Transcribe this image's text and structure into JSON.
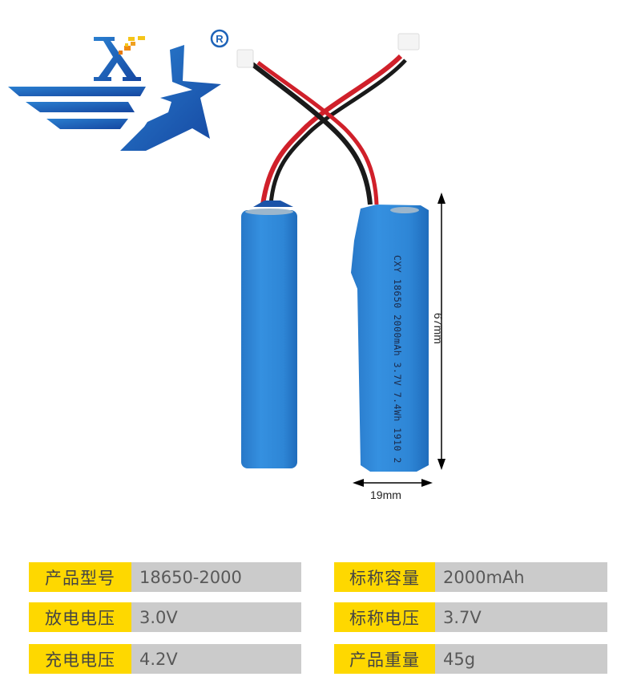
{
  "brand": {
    "logo_letter": "X",
    "registered_mark": "®",
    "colors": {
      "primary_blue": "#1e63b8",
      "dark_blue": "#1649a0",
      "accent_orange": "#f0a020",
      "accent_yellow": "#f5c518"
    }
  },
  "product_image": {
    "battery_label_text": "CXY 18650 2000mAh 3.7V 7.4Wh 1910 2",
    "dimension_length": "67mm",
    "dimension_diameter": "19mm",
    "colors": {
      "cell_blue": "#2f86d6",
      "wire_red": "#d0202a",
      "wire_black": "#1a1a1a",
      "connector": "#f4f4f4"
    }
  },
  "specs": {
    "colors": {
      "key_bg": "#fed800",
      "value_bg": "#cbcbcb"
    },
    "left": [
      {
        "key": "产品型号",
        "value": "18650-2000"
      },
      {
        "key": "放电电压",
        "value": "3.0V"
      },
      {
        "key": "充电电压",
        "value": "4.2V"
      }
    ],
    "right": [
      {
        "key": "标称容量",
        "value": "2000mAh"
      },
      {
        "key": "标称电压",
        "value": "3.7V"
      },
      {
        "key": "产品重量",
        "value": "45g"
      }
    ]
  }
}
